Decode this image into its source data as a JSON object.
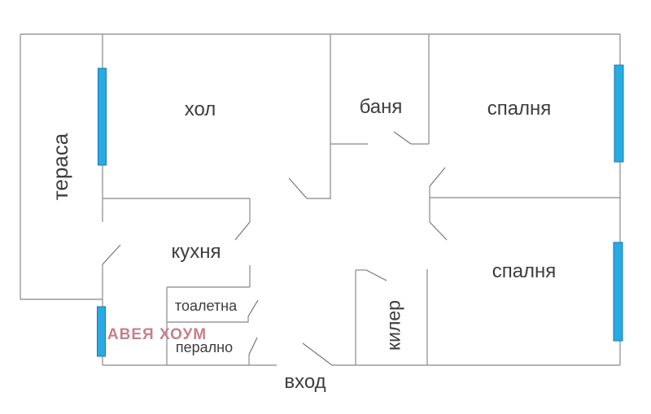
{
  "floorplan": {
    "title": "apartment-floor-plan",
    "rooms": {
      "terrace": {
        "label": "тераса"
      },
      "living_room": {
        "label": "хол"
      },
      "bathroom": {
        "label": "баня"
      },
      "bedroom_top": {
        "label": "спалня"
      },
      "kitchen": {
        "label": "кухня"
      },
      "toilet": {
        "label": "тоалетна"
      },
      "laundry": {
        "label": "перално"
      },
      "closet": {
        "label": "килер"
      },
      "bedroom_bottom": {
        "label": "спалня"
      },
      "entrance": {
        "label": "вход"
      }
    },
    "watermark": "АВЕЯ ХОУМ",
    "colors": {
      "wall_line": "#9a9a9a",
      "door_line": "#767676",
      "window_fill": "#29abe2",
      "window_border": "#1779b5",
      "label_text": "#3d3d3d",
      "watermark_text": "#c5808b"
    }
  }
}
